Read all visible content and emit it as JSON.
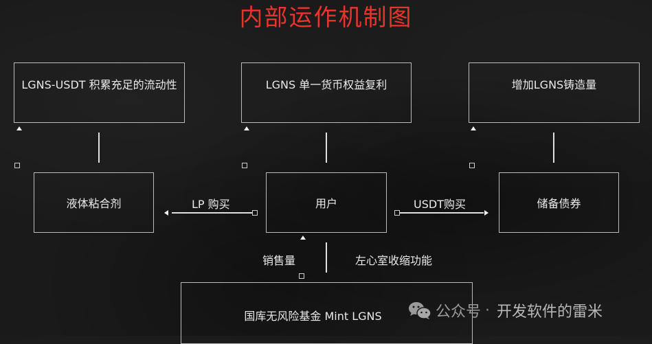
{
  "title": "内部运作机制图",
  "colors": {
    "title": "#e8352b",
    "line": "#e0e0e0",
    "box_border": "#bdbdbd",
    "background": "#1a1a1a"
  },
  "top_row": [
    {
      "id": "liquidity",
      "label": "LGNS-USDT 积累充足的流动性"
    },
    {
      "id": "compound",
      "label": "LGNS 单一货币权益复利"
    },
    {
      "id": "mint",
      "label": "增加LGNS铸造量"
    }
  ],
  "middle_row": [
    {
      "id": "adhesive",
      "label": "液体粘合剂"
    },
    {
      "id": "user",
      "label": "用户"
    },
    {
      "id": "bonds",
      "label": "储备债券"
    }
  ],
  "bottom_box": {
    "id": "treasury",
    "label": "国库无风险基金 Mint LGNS"
  },
  "edges": {
    "lp_buy": "LP 购买",
    "usdt_buy": "USDT购买",
    "sales": "销售量",
    "contraction": "左心室收缩功能"
  },
  "watermark": {
    "icon": "wechat-icon",
    "platform": "公众号",
    "separator": "·",
    "account": "开发软件的雷米"
  }
}
